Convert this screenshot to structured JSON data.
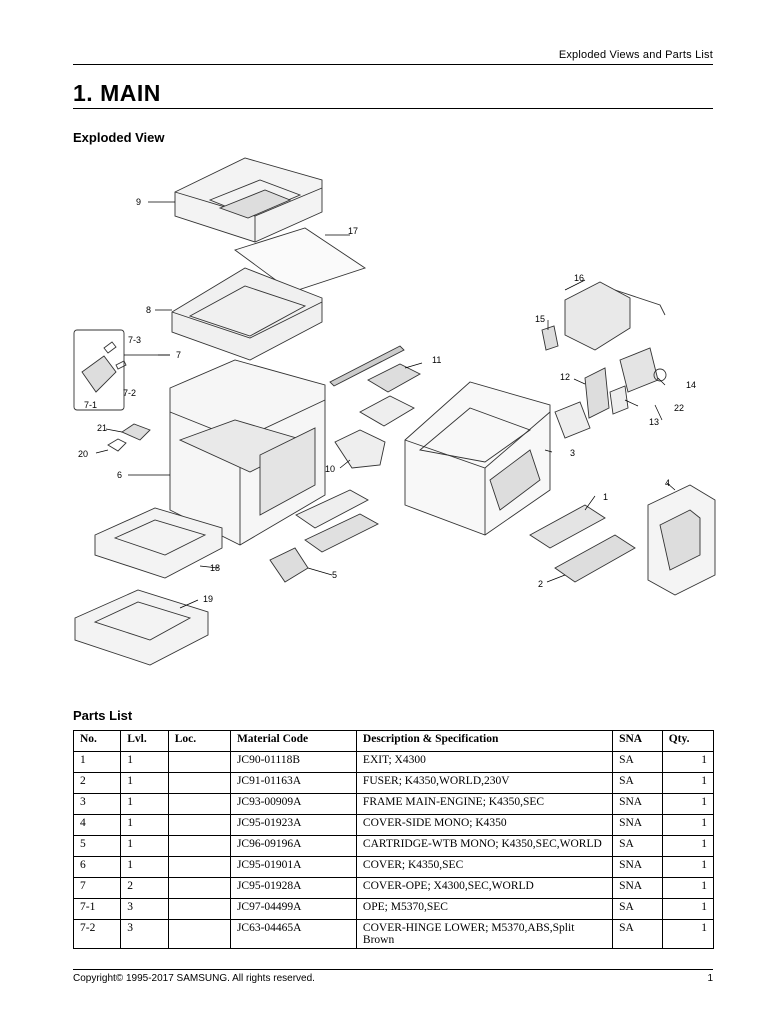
{
  "header": {
    "running_head": "Exploded Views and Parts List"
  },
  "title": "1.  MAIN",
  "exploded_view": {
    "heading": "Exploded View",
    "callouts": [
      "9",
      "17",
      "16",
      "8",
      "15",
      "7-3",
      "7",
      "11",
      "14",
      "7-1",
      "7-2",
      "12",
      "22",
      "13",
      "21",
      "20",
      "3",
      "6",
      "10",
      "4",
      "1",
      "18",
      "5",
      "2",
      "19"
    ]
  },
  "parts_list": {
    "heading": "Parts List",
    "columns": [
      "No.",
      "Lvl.",
      "Loc.",
      "Material Code",
      "Description & Specification",
      "SNA",
      "Qty."
    ],
    "rows": [
      {
        "no": "1",
        "lvl": "1",
        "loc": "",
        "code": "JC90-01118B",
        "desc": "EXIT; X4300",
        "sna": "SA",
        "qty": "1"
      },
      {
        "no": "2",
        "lvl": "1",
        "loc": "",
        "code": "JC91-01163A",
        "desc": "FUSER; K4350,WORLD,230V",
        "sna": "SA",
        "qty": "1"
      },
      {
        "no": "3",
        "lvl": "1",
        "loc": "",
        "code": "JC93-00909A",
        "desc": "FRAME MAIN-ENGINE; K4350,SEC",
        "sna": "SNA",
        "qty": "1"
      },
      {
        "no": "4",
        "lvl": "1",
        "loc": "",
        "code": "JC95-01923A",
        "desc": "COVER-SIDE MONO; K4350",
        "sna": "SNA",
        "qty": "1"
      },
      {
        "no": "5",
        "lvl": "1",
        "loc": "",
        "code": "JC96-09196A",
        "desc": "CARTRIDGE-WTB MONO; K4350,SEC,WORLD",
        "sna": "SA",
        "qty": "1"
      },
      {
        "no": "6",
        "lvl": "1",
        "loc": "",
        "code": "JC95-01901A",
        "desc": "COVER; K4350,SEC",
        "sna": "SNA",
        "qty": "1"
      },
      {
        "no": "7",
        "lvl": "2",
        "loc": "",
        "code": "JC95-01928A",
        "desc": "COVER-OPE; X4300,SEC,WORLD",
        "sna": "SNA",
        "qty": "1"
      },
      {
        "no": "7-1",
        "lvl": "3",
        "loc": "",
        "code": "JC97-04499A",
        "desc": "OPE; M5370,SEC",
        "sna": "SA",
        "qty": "1"
      },
      {
        "no": "7-2",
        "lvl": "3",
        "loc": "",
        "code": "JC63-04465A",
        "desc": "COVER-HINGE LOWER; M5370,ABS,Split Brown",
        "sna": "SA",
        "qty": "1"
      }
    ]
  },
  "footer": {
    "copyright": "Copyright© 1995-2017 SAMSUNG. All rights reserved.",
    "page_number": "1"
  }
}
